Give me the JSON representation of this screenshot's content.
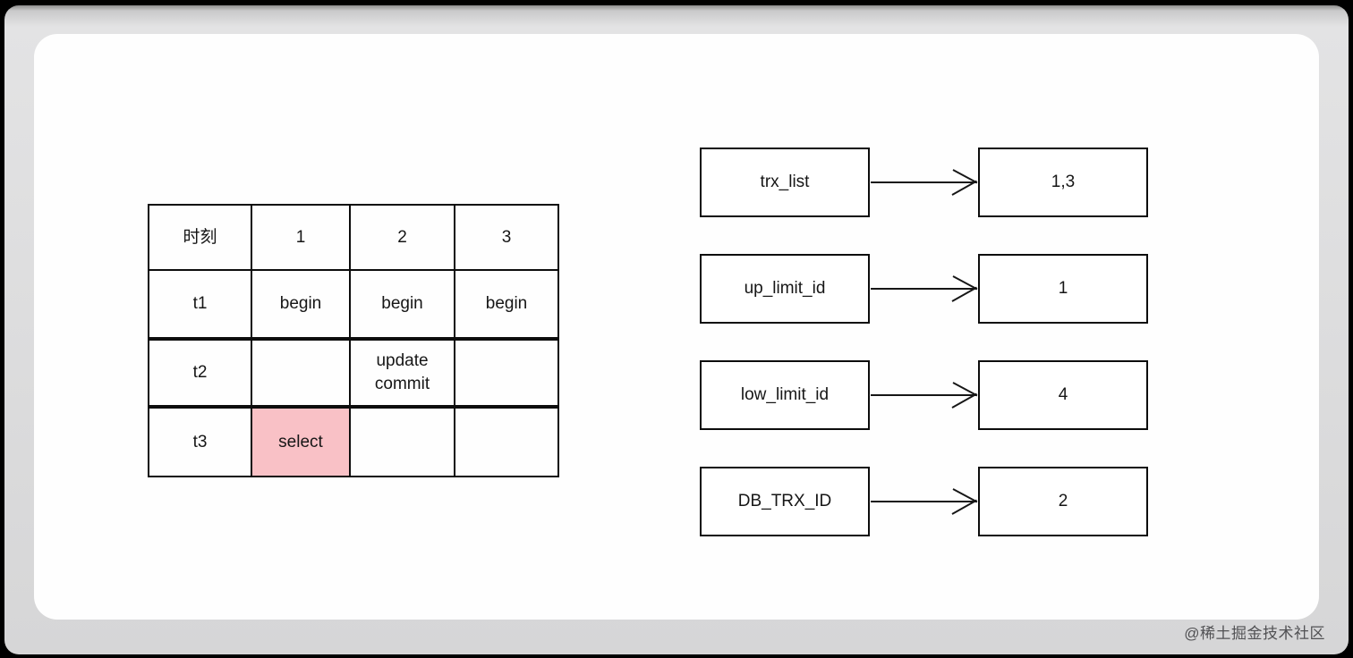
{
  "frame": {
    "background_color": "#000000",
    "mat_color": "#dcdcdd",
    "panel_color": "#fefefe"
  },
  "timeline_table": {
    "header": [
      "时刻",
      "1",
      "2",
      "3"
    ],
    "rows": [
      {
        "time": "t1",
        "cells": [
          "begin",
          "begin",
          "begin"
        ]
      },
      {
        "time": "t2",
        "cells": [
          "",
          "update\ncommit",
          ""
        ]
      },
      {
        "time": "t3",
        "cells": [
          "select",
          "",
          ""
        ]
      }
    ],
    "highlight": {
      "row": "t3",
      "column": "1",
      "value": "select",
      "color": "#f9c1c6"
    }
  },
  "read_view": {
    "pairs": [
      {
        "label": "trx_list",
        "value": "1,3"
      },
      {
        "label": "up_limit_id",
        "value": "1"
      },
      {
        "label": "low_limit_id",
        "value": "4"
      },
      {
        "label": "DB_TRX_ID",
        "value": "2"
      }
    ]
  },
  "icons": {
    "arrow": "arrow-right-icon"
  },
  "watermark": {
    "text": "@稀土掘金技术社区",
    "color": "#515154"
  }
}
